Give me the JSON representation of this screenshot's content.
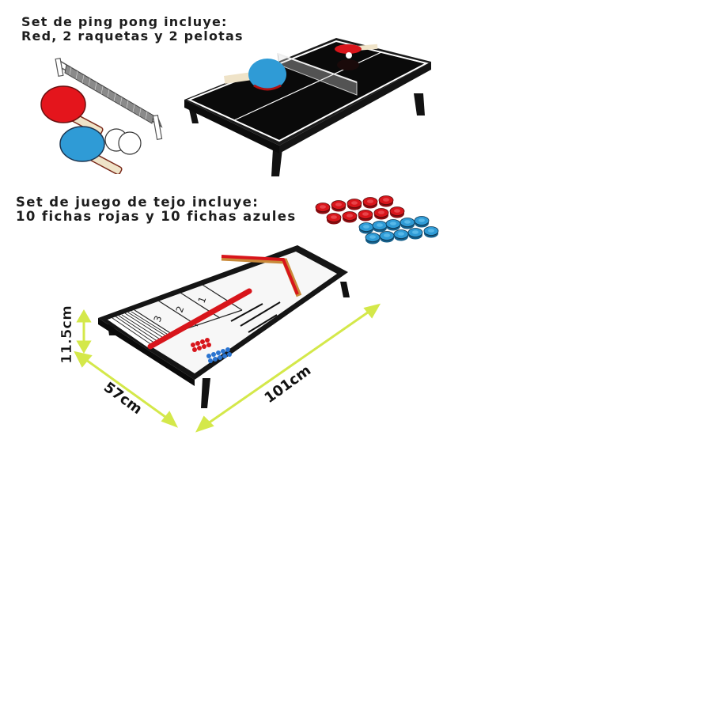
{
  "ping_pong_section": {
    "title_line1": "Set de ping pong incluye:",
    "title_line2": "Red, 2 raquetas y 2 pelotas",
    "items": [
      "net",
      "red paddle",
      "blue paddle",
      "2 balls"
    ]
  },
  "tejo_section": {
    "title_line1": "Set de juego de tejo incluye:",
    "title_line2": "10 fichas rojas y 10 fichas azules",
    "pieces": {
      "red_count": 10,
      "blue_count": 10
    }
  },
  "board": {
    "zones": [
      "1",
      "2",
      "3"
    ]
  },
  "dimensions": {
    "height": "11.5cm",
    "width": "57cm",
    "length": "101cm"
  },
  "colors": {
    "text": "#1d1d1d",
    "arrow": "#d4e84a",
    "red": "#d8151b",
    "blue": "#2f9bd6",
    "table": "#111111",
    "frame": "#1a1a1a"
  }
}
